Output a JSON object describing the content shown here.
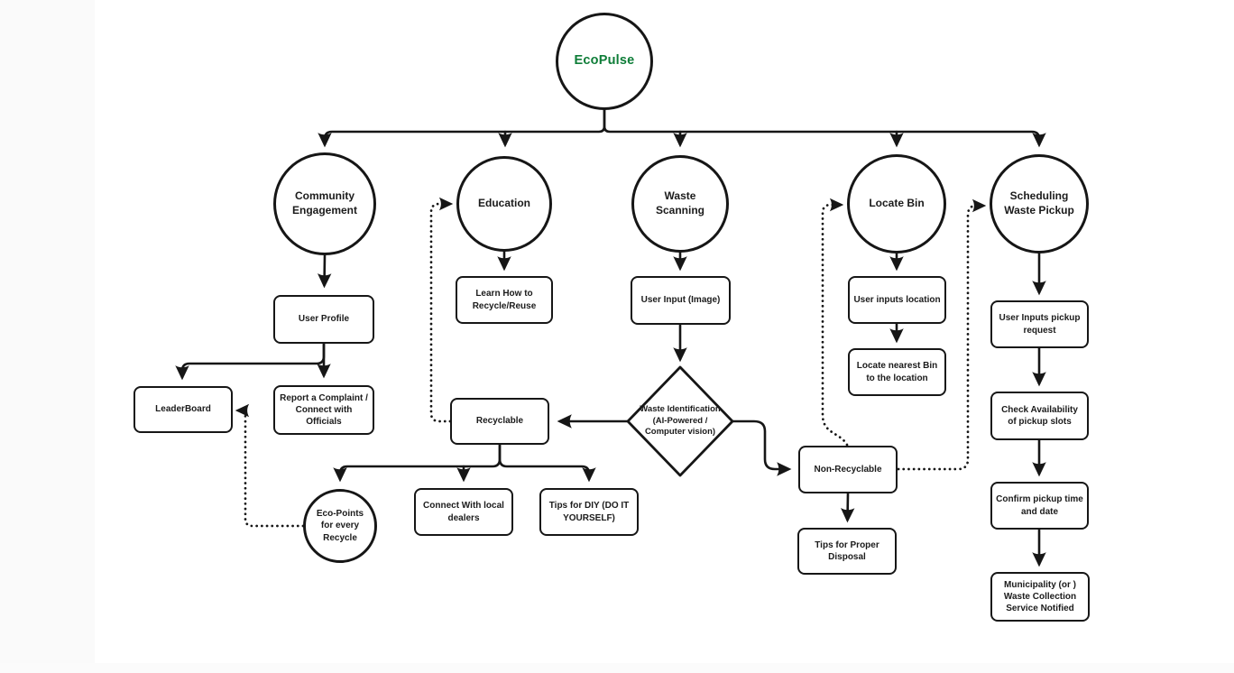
{
  "colors": {
    "accent_green": "#0e7d38",
    "stroke": "#161616",
    "background": "#ffffff"
  },
  "nodes": {
    "ecopulse": {
      "label": "EcoPulse"
    },
    "community_engagement": {
      "label": "Community Engagement"
    },
    "education": {
      "label": "Education"
    },
    "waste_scanning": {
      "label": "Waste Scanning"
    },
    "locate_bin": {
      "label": "Locate Bin"
    },
    "scheduling_pickup": {
      "label": "Scheduling Waste Pickup"
    },
    "user_profile": {
      "label": "User Profile"
    },
    "leaderboard": {
      "label": "LeaderBoard"
    },
    "report_complaint": {
      "label": "Report a Complaint / Connect with Officials"
    },
    "learn_recycle": {
      "label": "Learn How to Recycle/Reuse"
    },
    "recyclable": {
      "label": "Recyclable"
    },
    "eco_points": {
      "label": "Eco-Points for every Recycle"
    },
    "connect_dealers": {
      "label": "Connect With local dealers"
    },
    "tips_diy": {
      "label": "Tips for DIY (DO IT YOURSELF)"
    },
    "user_input_image": {
      "label": "User Input (Image)"
    },
    "waste_identification": {
      "label": "Waste Identification (AI-Powered / Computer vision)"
    },
    "user_inputs_location": {
      "label": "User inputs location"
    },
    "locate_nearest_bin": {
      "label": "Locate nearest Bin to the location"
    },
    "non_recyclable": {
      "label": "Non-Recyclable"
    },
    "tips_disposal": {
      "label": "Tips for Proper Disposal"
    },
    "pickup_request": {
      "label": "User Inputs pickup request"
    },
    "check_availability": {
      "label": "Check Availability of pickup slots"
    },
    "confirm_pickup": {
      "label": "Confirm pickup time and date"
    },
    "municipality_notified": {
      "label": "Municipality (or ) Waste Collection Service Notified"
    }
  },
  "edges": [
    {
      "from": "ecopulse",
      "to": "community_engagement",
      "style": "solid"
    },
    {
      "from": "ecopulse",
      "to": "education",
      "style": "solid"
    },
    {
      "from": "ecopulse",
      "to": "waste_scanning",
      "style": "solid"
    },
    {
      "from": "ecopulse",
      "to": "locate_bin",
      "style": "solid"
    },
    {
      "from": "ecopulse",
      "to": "scheduling_pickup",
      "style": "solid"
    },
    {
      "from": "community_engagement",
      "to": "user_profile",
      "style": "solid"
    },
    {
      "from": "user_profile",
      "to": "leaderboard",
      "style": "solid"
    },
    {
      "from": "user_profile",
      "to": "report_complaint",
      "style": "solid"
    },
    {
      "from": "education",
      "to": "learn_recycle",
      "style": "solid"
    },
    {
      "from": "waste_scanning",
      "to": "user_input_image",
      "style": "solid"
    },
    {
      "from": "user_input_image",
      "to": "waste_identification",
      "style": "solid"
    },
    {
      "from": "waste_identification",
      "to": "recyclable",
      "style": "solid"
    },
    {
      "from": "waste_identification",
      "to": "non_recyclable",
      "style": "solid"
    },
    {
      "from": "recyclable",
      "to": "eco_points",
      "style": "solid"
    },
    {
      "from": "recyclable",
      "to": "connect_dealers",
      "style": "solid"
    },
    {
      "from": "recyclable",
      "to": "tips_diy",
      "style": "solid"
    },
    {
      "from": "locate_bin",
      "to": "user_inputs_location",
      "style": "solid"
    },
    {
      "from": "user_inputs_location",
      "to": "locate_nearest_bin",
      "style": "solid"
    },
    {
      "from": "non_recyclable",
      "to": "tips_disposal",
      "style": "solid"
    },
    {
      "from": "scheduling_pickup",
      "to": "pickup_request",
      "style": "solid"
    },
    {
      "from": "pickup_request",
      "to": "check_availability",
      "style": "solid"
    },
    {
      "from": "check_availability",
      "to": "confirm_pickup",
      "style": "solid"
    },
    {
      "from": "confirm_pickup",
      "to": "municipality_notified",
      "style": "solid"
    },
    {
      "from": "eco_points",
      "to": "leaderboard",
      "style": "dotted"
    },
    {
      "from": "recyclable",
      "to": "education",
      "style": "dotted"
    },
    {
      "from": "non_recyclable",
      "to": "locate_bin",
      "style": "dotted"
    },
    {
      "from": "non_recyclable",
      "to": "scheduling_pickup",
      "style": "dotted"
    }
  ]
}
